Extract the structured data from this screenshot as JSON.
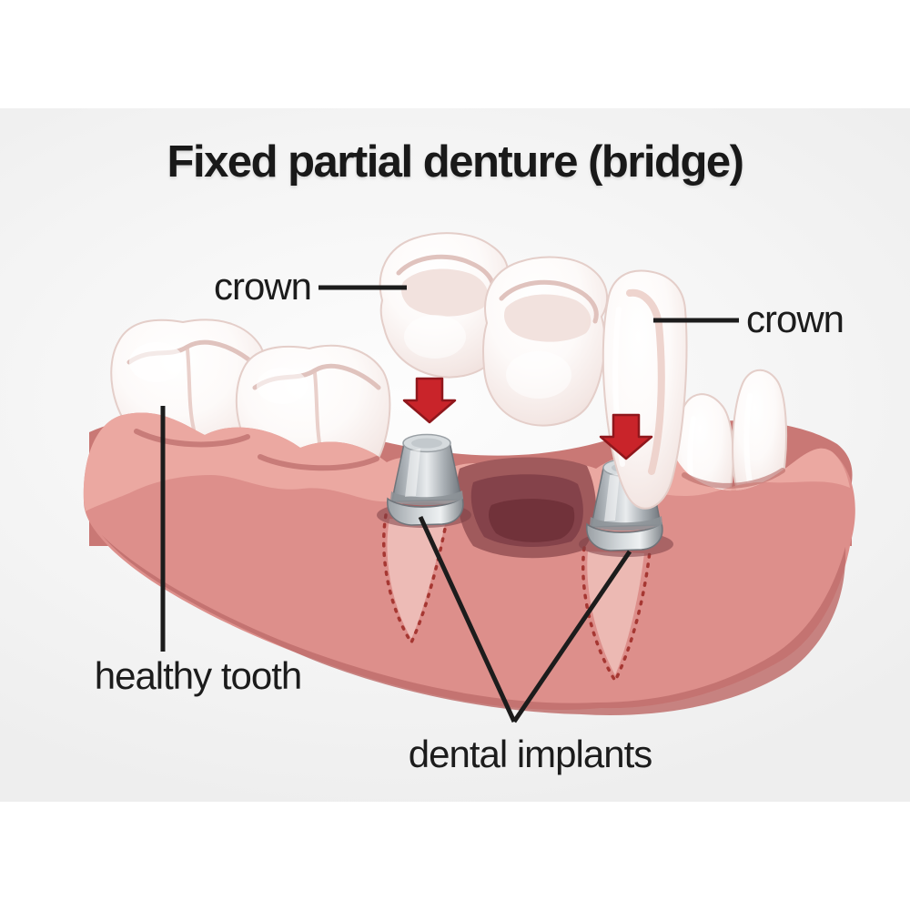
{
  "title": "Fixed partial denture (bridge)",
  "labels": {
    "crown_left": {
      "text": "crown"
    },
    "crown_right": {
      "text": "crown"
    },
    "healthy_tooth": {
      "text": "healthy tooth"
    },
    "dental_implants": {
      "text": "dental implants"
    }
  },
  "colors": {
    "background": "#f0f0f0",
    "canvas": "#ffffff",
    "title_text": "#191919",
    "label_text": "#1c1c1c",
    "leader_line": "#1c1c1c",
    "arrow_red": "#c9242a",
    "arrow_red_border": "#8f171c",
    "gum_main": "#dd8f8b",
    "gum_highlight": "#ecaba3",
    "gum_back_ridge": "#c97875",
    "gum_bottom_shadow": "#c06e6c",
    "socket_dark": "#84424a",
    "implant_gray": "#b9bfc4",
    "tooth_white": "#fbf7f5",
    "root_dotted": "#a63732"
  }
}
